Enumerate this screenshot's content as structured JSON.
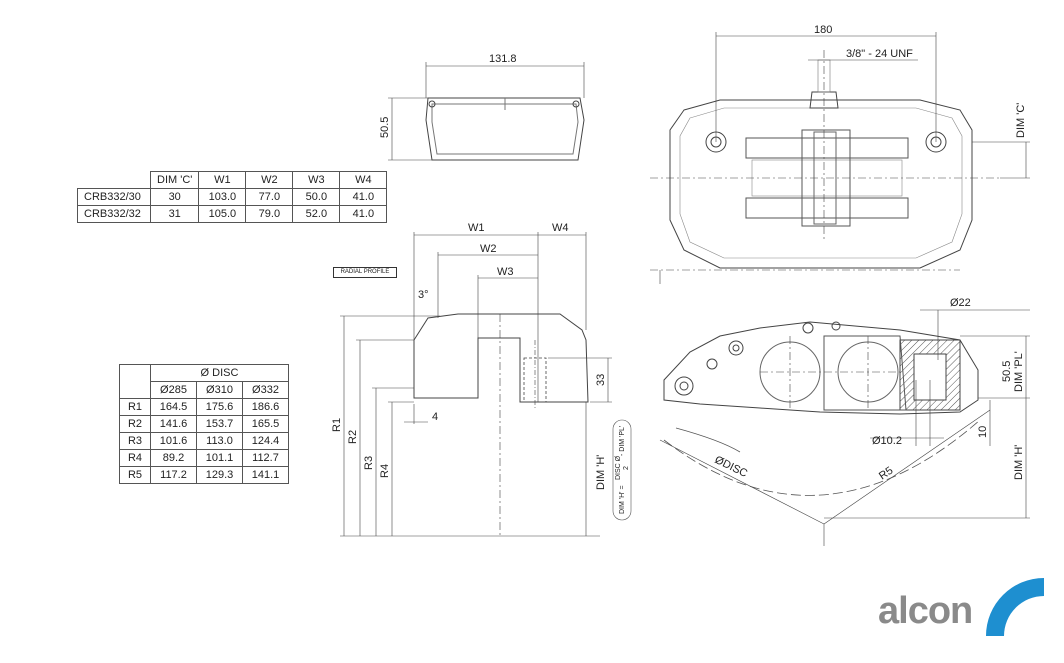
{
  "pad_view": {
    "width": "131.8",
    "height": "50.5"
  },
  "dims_table": {
    "headers": [
      "",
      "DIM 'C'",
      "W1",
      "W2",
      "W3",
      "W4"
    ],
    "rows": [
      [
        "CRB332/30",
        "30",
        "103.0",
        "77.0",
        "50.0",
        "41.0"
      ],
      [
        "CRB332/32",
        "31",
        "105.0",
        "79.0",
        "52.0",
        "41.0"
      ]
    ]
  },
  "disc_table": {
    "title": "Ø DISC",
    "headers": [
      "Ø285",
      "Ø310",
      "Ø332"
    ],
    "rows": [
      [
        "R1",
        "164.5",
        "175.6",
        "186.6"
      ],
      [
        "R2",
        "141.6",
        "153.7",
        "165.5"
      ],
      [
        "R3",
        "101.6",
        "113.0",
        "124.4"
      ],
      [
        "R4",
        "89.2",
        "101.1",
        "112.7"
      ],
      [
        "R5",
        "117.2",
        "129.3",
        "141.1"
      ]
    ]
  },
  "radial_profile": {
    "tag": "RADIAL PROFILE",
    "w1": "W1",
    "w2": "W2",
    "w3": "W3",
    "w4": "W4",
    "angle": "3°",
    "offset": "4",
    "height": "33",
    "r1": "R1",
    "r2": "R2",
    "r3": "R3",
    "r4": "R4",
    "dim_h": "DIM 'H'",
    "formula_left": "DIM 'H' =",
    "formula_num": "DISC Ø",
    "formula_den": "2",
    "formula_right": "- DIM 'PL'"
  },
  "top_view": {
    "width": "180",
    "thread": "3/8\" - 24 UNF",
    "dim_c": "DIM 'C'"
  },
  "side_view": {
    "bore": "Ø22",
    "hole": "Ø10.2",
    "pl_value": "50.5",
    "dim_pl": "DIM 'PL'",
    "ten": "10",
    "disc": "ØDISC",
    "r5": "R5",
    "dim_h": "DIM 'H'"
  },
  "logo": {
    "text": "alcon",
    "color": "#8a8a8a",
    "accent": "#1e8fd0"
  }
}
